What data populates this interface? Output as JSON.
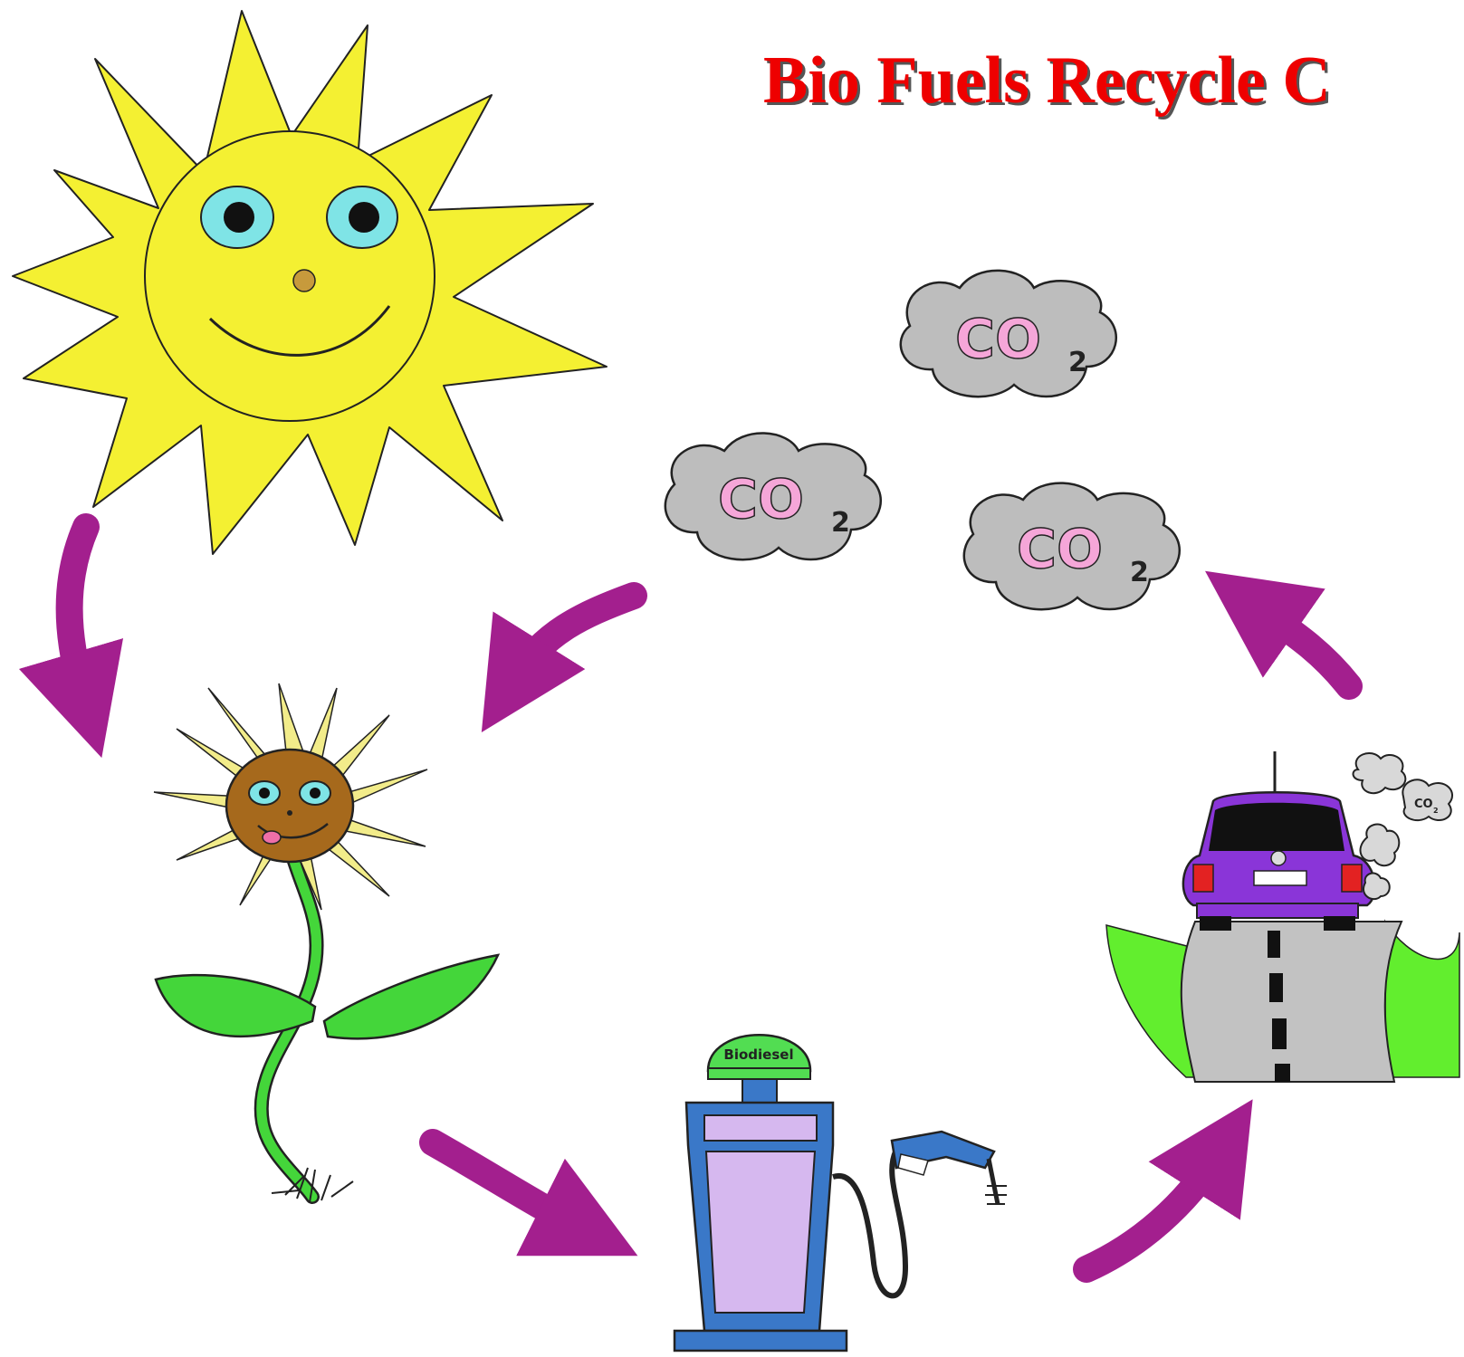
{
  "title": "Bio Fuels Recycle C",
  "clouds": [
    {
      "formula": "CO",
      "subscript": "2"
    },
    {
      "formula": "CO",
      "subscript": "2"
    },
    {
      "formula": "CO",
      "subscript": "2"
    }
  ],
  "car_exhaust": {
    "formula": "CO",
    "subscript": "2"
  },
  "pump": {
    "label": "Biodiesel"
  },
  "colors": {
    "title": "#ee0000",
    "arrow": "#a31f8e",
    "sun": "#f4f032",
    "cloud": "#bdbdbd",
    "co2_text": "#f5a6d8",
    "leaf": "#44d63a",
    "pump_body": "#3a78c8",
    "pump_panel": "#d6b8ef",
    "pump_globe": "#52dd52",
    "car": "#8a35d8",
    "grass": "#62ee2e",
    "road": "#c2c2c2"
  }
}
